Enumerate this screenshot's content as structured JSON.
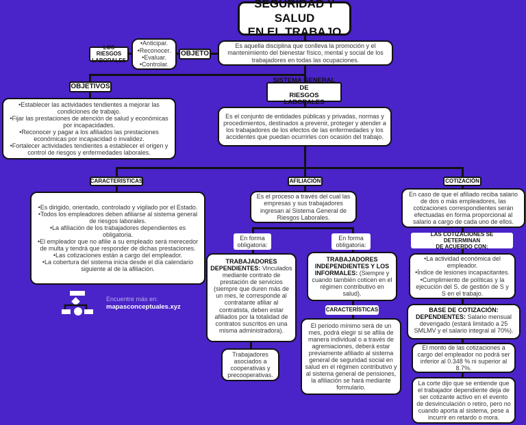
{
  "title": "SEGURIDAD Y SALUD\nEN EL TRABAJO",
  "riesgos_label": "LOS RIESGOS\nLABORALES",
  "verbs": "•Anticipar.\n•Reconocer.\n•Evaluar.\n•Controlar.",
  "objeto_label": "OBJETO",
  "definition": "Es aquella disciplina que conlleva la promoción y el mantenimiento del bienestar físico, mental y social de los trabajadores en todas las ocupaciones.",
  "objetivos": {
    "label": "OBJETIVOS",
    "text": "•Establecer las actividades tendientes a mejorar las condiciones de trabajo.\n•Fijar las prestaciones de atención de salud y económicas por incapacidades.\n•Reconocer y pagar a los afiliados las prestaciones económicas por incapacidad o invalidez.\n•Fortalecer actividades tendientes a establecer el origen y control de riesgos y enfermedades laborales."
  },
  "sistema": {
    "label": "SISTEMA GENERAL DE\nRIESGOS LABORALES",
    "text": "Es el conjunto de entidades públicas y privadas, normas y procedimientos, destinados a prevenir, proteger y atender a los trabajadores de los efectos de las enfermedades y los accidentes que puedan ocurrirles con ocasión del trabajo."
  },
  "caracteristicas": {
    "label": "CARACTERÍSTICAS",
    "text": "•Es dirigido, orientado, controlado y vigilado por el Estado.\n•Todos los empleadores deben afiliarse al sistema general de riesgos laborales.\n•La afiliación de los trabajadores dependientes es obligatoria.\n•El empleador que no afilie a su empleado será merecedor de multa y tendrá que responder de dichas prestaciones.\n•Las cotizaciones están a cargo del empleador.\n•La cobertura del sistema inicia desde el día calendario siguiente al de la afiliación."
  },
  "logo": {
    "line1": "Encuentre más en:",
    "line2": "mapasconceptuales.xyz"
  },
  "afiliacion": {
    "label": "AFILIACIÓN",
    "text": "Es el proceso a través del cual las empresas y sus trabajadores ingresan al Sistema General de Riesgos Laborales.",
    "forma_left": "En forma\nobligatoria:",
    "forma_right": "En forma\nobligatoria:",
    "dep_title": "TRABAJADORES DEPENDIENTES:",
    "dep_text": " Vinculados mediante contrato de prestación de servicios (siempre que duren más de un mes, le corresponde al contratante afiliar al contratista, deben estar afiliados por la totalidad de contratos suscritos en una misma administradora).",
    "coop": "Trabajadores asociados a cooperativas y precooperativas.",
    "ind_title": "TRABAJADORES INDEPENDIENTES Y LOS INFORMALES:",
    "ind_text": " (Siempre y cuando también coticen en el régimen contributivo en salud).",
    "car_label": "CARACTERÍSTICAS",
    "car_text": "El periodo mínimo será de un mes, podrá elegir si se afilia de manera individual o a través de agremiaciones, deberá estar previamente afiliado al sistema general de seguridad social en salud en el régimen contributivo y al sistema general de pensiones, la afiliación se hará mediante formulario."
  },
  "cotizacion": {
    "label": "COTIZACIÓN",
    "text": "En caso de que el afiliado reciba salario de dos o más empleadores, las cotizaciones correspondientes serán efectuadas en forma proporcional al salario a cargo de cada uno de ellos.",
    "determinan": "LAS COTIZACIONES SE DETERMINAN\nDE ACUERDO CON:",
    "factores": "•La actividad económica del empleador.\n•Índice de lesiones incapacitantes.\n•Cumplimiento de políticas y la ejecución del S. de gestión de S y S en el trabajo.",
    "base_title": "BASE DE COTIZACIÓN:\nDEPENDIENTES:",
    "base_text": " Salario mensual devengado (estará limitado a 25 SMLMV y el salario integral al 70%).",
    "monto": "El monto de las cotizaciones a cargo del empleador no podrá ser inferior al 0.348 % ni superior al 8.7%.",
    "corte": "La corte dijo que se entiende que el trabajador dependiente deja de ser cotizante activo en el evento de desvinculación o retiro, pero no cuando aporta al sistema, pese a incurrir en retardo o mora."
  },
  "colors": {
    "background": "#4a23c9",
    "box": "#ffffff",
    "border": "#111111"
  }
}
